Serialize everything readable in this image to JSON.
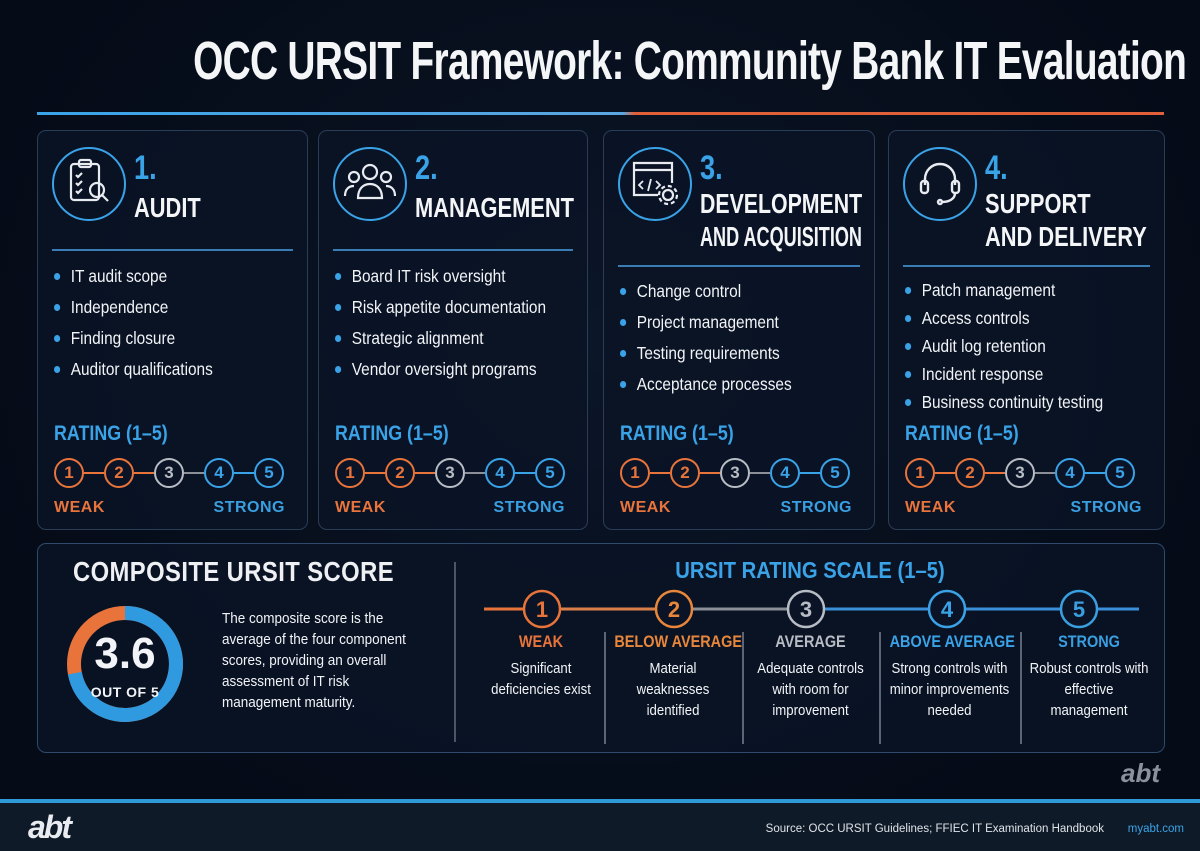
{
  "title": "OCC URSIT Framework: Community Bank IT Evaluation",
  "colors": {
    "blue": "#3aa3e8",
    "orange": "#e8743b",
    "gray": "#b8bcc4",
    "background": "#050b17"
  },
  "cards": [
    {
      "number": "1.",
      "heading": [
        "AUDIT"
      ],
      "icon": "clipboard-search-icon",
      "items": [
        "IT audit scope",
        "Independence",
        "Finding closure",
        "Auditor qualifications"
      ],
      "rating_label": "RATING (1–5)",
      "rating_steps": [
        "1",
        "2",
        "3",
        "4",
        "5"
      ],
      "weak": "WEAK",
      "strong": "STRONG"
    },
    {
      "number": "2.",
      "heading": [
        "MANAGEMENT"
      ],
      "icon": "people-group-icon",
      "items": [
        "Board IT risk oversight",
        "Risk appetite documentation",
        "Strategic alignment",
        "Vendor oversight programs"
      ],
      "rating_label": "RATING (1–5)",
      "rating_steps": [
        "1",
        "2",
        "3",
        "4",
        "5"
      ],
      "weak": "WEAK",
      "strong": "STRONG"
    },
    {
      "number": "3.",
      "heading": [
        "DEVELOPMENT",
        "AND ACQUISITION"
      ],
      "icon": "code-window-gear-icon",
      "items": [
        "Change control",
        "Project management",
        "Testing requirements",
        "Acceptance processes"
      ],
      "rating_label": "RATING (1–5)",
      "rating_steps": [
        "1",
        "2",
        "3",
        "4",
        "5"
      ],
      "weak": "WEAK",
      "strong": "STRONG"
    },
    {
      "number": "4.",
      "heading": [
        "SUPPORT",
        "AND DELIVERY"
      ],
      "icon": "headset-icon",
      "items": [
        "Patch management",
        "Access controls",
        "Audit log retention",
        "Incident response",
        "Business continuity testing"
      ],
      "rating_label": "RATING (1–5)",
      "rating_steps": [
        "1",
        "2",
        "3",
        "4",
        "5"
      ],
      "weak": "WEAK",
      "strong": "STRONG"
    }
  ],
  "composite": {
    "title": "COMPOSITE URSIT SCORE",
    "score": "3.6",
    "out_of": "OUT OF 5",
    "score_value": 3.6,
    "score_max": 5,
    "description": "The composite score is the average of the four component scores, providing an overall assessment of IT risk management maturity."
  },
  "scale": {
    "title": "URSIT RATING SCALE (1–5)",
    "levels": [
      {
        "num": "1",
        "name": "WEAK",
        "desc": "Significant deficiencies exist",
        "color": "#e8743b"
      },
      {
        "num": "2",
        "name": "BELOW AVERAGE",
        "desc": "Material weaknesses identified",
        "color": "#e8873b"
      },
      {
        "num": "3",
        "name": "AVERAGE",
        "desc": "Adequate controls with room for improvement",
        "color": "#b8bcc4"
      },
      {
        "num": "4",
        "name": "ABOVE AVERAGE",
        "desc": "Strong controls with minor improvements needed",
        "color": "#3aa3e8"
      },
      {
        "num": "5",
        "name": "STRONG",
        "desc": "Robust controls with effective management",
        "color": "#3a9fe0"
      }
    ]
  },
  "footer": {
    "logo": "abt",
    "source": "Source: OCC URSIT Guidelines; FFIEC IT Examination Handbook",
    "site": "myabt.com"
  }
}
